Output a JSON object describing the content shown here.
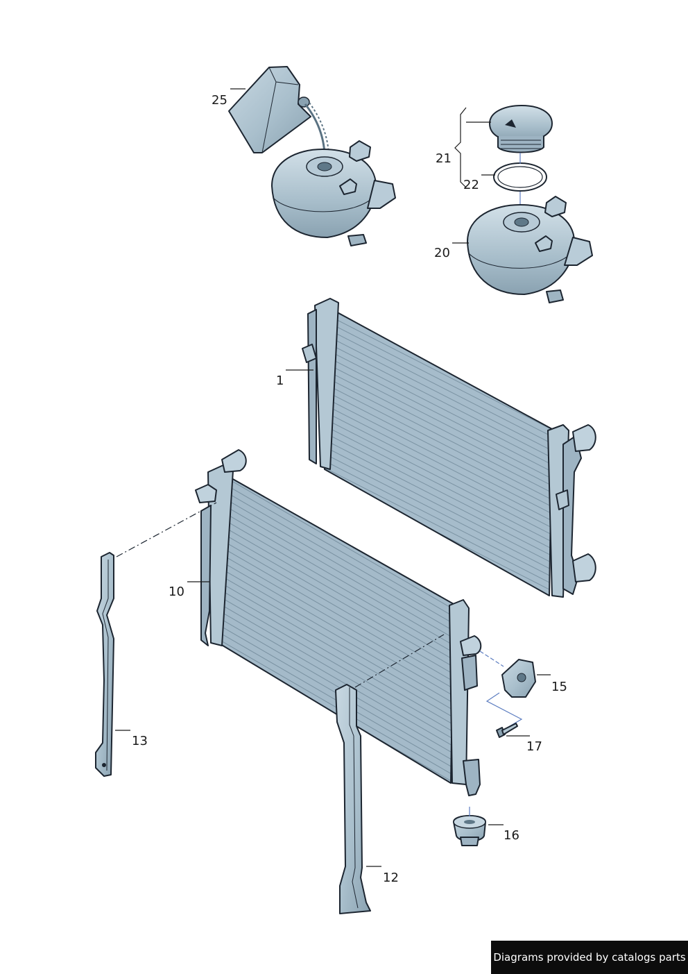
{
  "callouts": {
    "c1": "1",
    "c10": "10",
    "c12": "12",
    "c13": "13",
    "c15": "15",
    "c16": "16",
    "c17": "17",
    "c20": "20",
    "c21": "21",
    "c22": "22",
    "c25": "25"
  },
  "credit": {
    "text": "Diagrams provided by catalogs parts"
  },
  "colors": {
    "part_fill": "#a9bfcc",
    "part_light": "#c8d8e2",
    "part_dark": "#7f97a6",
    "outline": "#1c2530",
    "hose_dash_blue": "#5b7cc0"
  }
}
